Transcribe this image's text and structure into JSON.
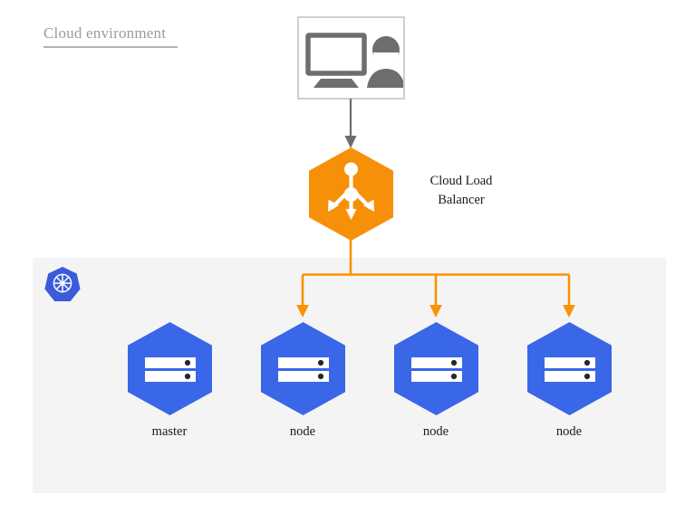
{
  "diagram": {
    "title": "Cloud environment",
    "colors": {
      "orange": "#F79009",
      "orange_line": "#FB9200",
      "blue_node": "#3A66E8",
      "k8s_blue": "#3B5BDB",
      "gray_icon": "#6E6E6E",
      "gray_border": "#CFCFCF",
      "panel_bg": "#F4F4F4",
      "title_gray": "#9B9B9B"
    },
    "client": {
      "name": "client-workstation",
      "icons": [
        "monitor-icon",
        "user-icon"
      ]
    },
    "load_balancer": {
      "label_line1": "Cloud Load",
      "label_line2": "Balancer",
      "icon": "load-balancer-icon",
      "shape": "hexagon"
    },
    "cluster": {
      "logo": "kubernetes-icon",
      "nodes": [
        {
          "label": "master",
          "icon": "server-icon",
          "shape": "hexagon",
          "has_inbound_arrow": false
        },
        {
          "label": "node",
          "icon": "server-icon",
          "shape": "hexagon",
          "has_inbound_arrow": true
        },
        {
          "label": "node",
          "icon": "server-icon",
          "shape": "hexagon",
          "has_inbound_arrow": true
        },
        {
          "label": "node",
          "icon": "server-icon",
          "shape": "hexagon",
          "has_inbound_arrow": true
        }
      ]
    },
    "connectors": [
      {
        "name": "client-to-loadbalancer",
        "color": "#6E6E6E",
        "style": "arrow-down"
      },
      {
        "name": "loadbalancer-to-nodes",
        "color": "#FB9200",
        "style": "branching-arrows",
        "branches": 3
      }
    ]
  }
}
